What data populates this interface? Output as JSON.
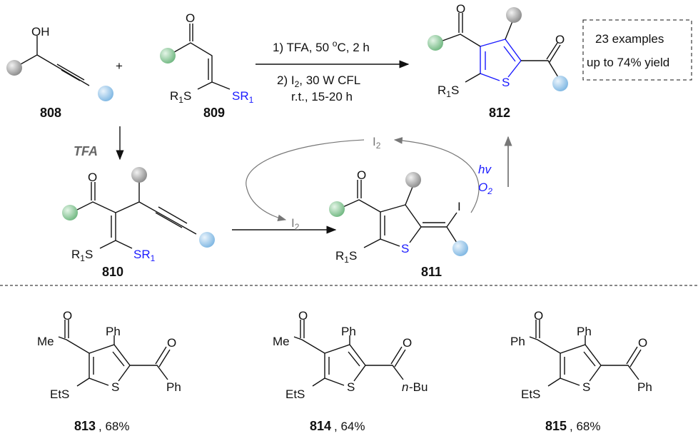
{
  "scheme": {
    "plus": "+",
    "compound_808": {
      "label": "808",
      "oh": "OH"
    },
    "compound_809": {
      "label": "809",
      "o": "O",
      "r": "R",
      "one": "1",
      "s": "S"
    },
    "compound_812": {
      "label": "812",
      "o": "O",
      "s": "S"
    },
    "compound_810": {
      "label": "810",
      "o": "O"
    },
    "compound_811": {
      "label": "811",
      "o": "O",
      "s": "S",
      "i": "I"
    },
    "conditions": {
      "line1_a": "1) TFA, 50 ",
      "line1_deg": "o",
      "line1_b": "C, 2 h",
      "line2_a": "2) I",
      "line2_sub": "2",
      "line2_b": ", 30 W CFL",
      "line3": "r.t., 15-20 h"
    },
    "tfa_label": "TFA",
    "iodine": {
      "i": "I",
      "sub": "2"
    },
    "hv": "hv",
    "o2": {
      "o": "O",
      "sub": "2"
    },
    "summary_box": {
      "line1": "23 examples",
      "line2": "up to 74% yield"
    },
    "colors": {
      "gray_ball": "#9a9a9a",
      "green_ball": "#7fc38f",
      "blue_ball": "#8fc3ea",
      "heteroatom": "#1a1aff"
    }
  },
  "examples": [
    {
      "id": "813",
      "yield": ", 68%",
      "left_group": "Me",
      "right_group": "Ph",
      "ph": "Ph",
      "ets": "EtS",
      "s": "S",
      "o": "O",
      "right_italic": ""
    },
    {
      "id": "814",
      "yield": ", 64%",
      "left_group": "Me",
      "right_group": "-Bu",
      "ph": "Ph",
      "ets": "EtS",
      "s": "S",
      "o": "O",
      "right_italic": "n"
    },
    {
      "id": "815",
      "yield": ", 68%",
      "left_group": "Ph",
      "right_group": "Ph",
      "ph": "Ph",
      "ets": "EtS",
      "s": "S",
      "o": "O",
      "right_italic": ""
    }
  ]
}
